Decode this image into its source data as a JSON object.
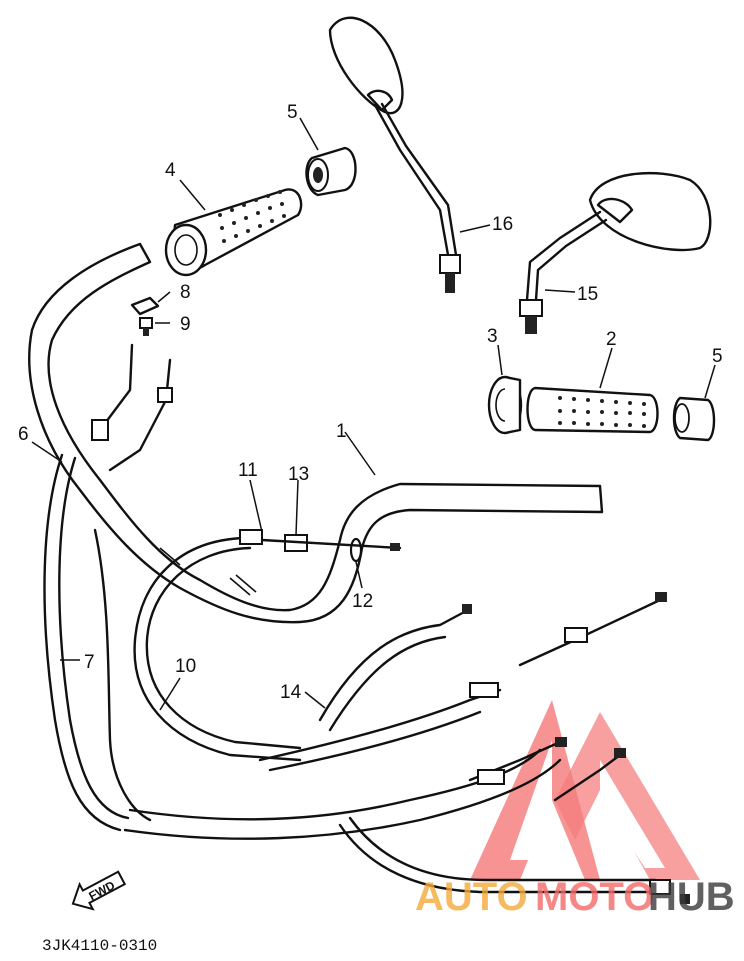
{
  "diagram": {
    "part_labels": {
      "p1": "1",
      "p2": "2",
      "p3": "3",
      "p4": "4",
      "p5a": "5",
      "p5b": "5",
      "p6": "6",
      "p7": "7",
      "p8": "8",
      "p9": "9",
      "p10": "10",
      "p11": "11",
      "p12": "12",
      "p13": "13",
      "p14": "14",
      "p15": "15",
      "p16": "16"
    },
    "direction_arrow": "FWD",
    "drawing_code": "3JK4110-0310"
  },
  "watermark": {
    "word_a": "AUTO",
    "word_b": "MOTO",
    "word_c": "HUB",
    "color_red": "#f23a3a",
    "color_orange": "#f5a93a",
    "color_dark": "#3a3a3a"
  }
}
